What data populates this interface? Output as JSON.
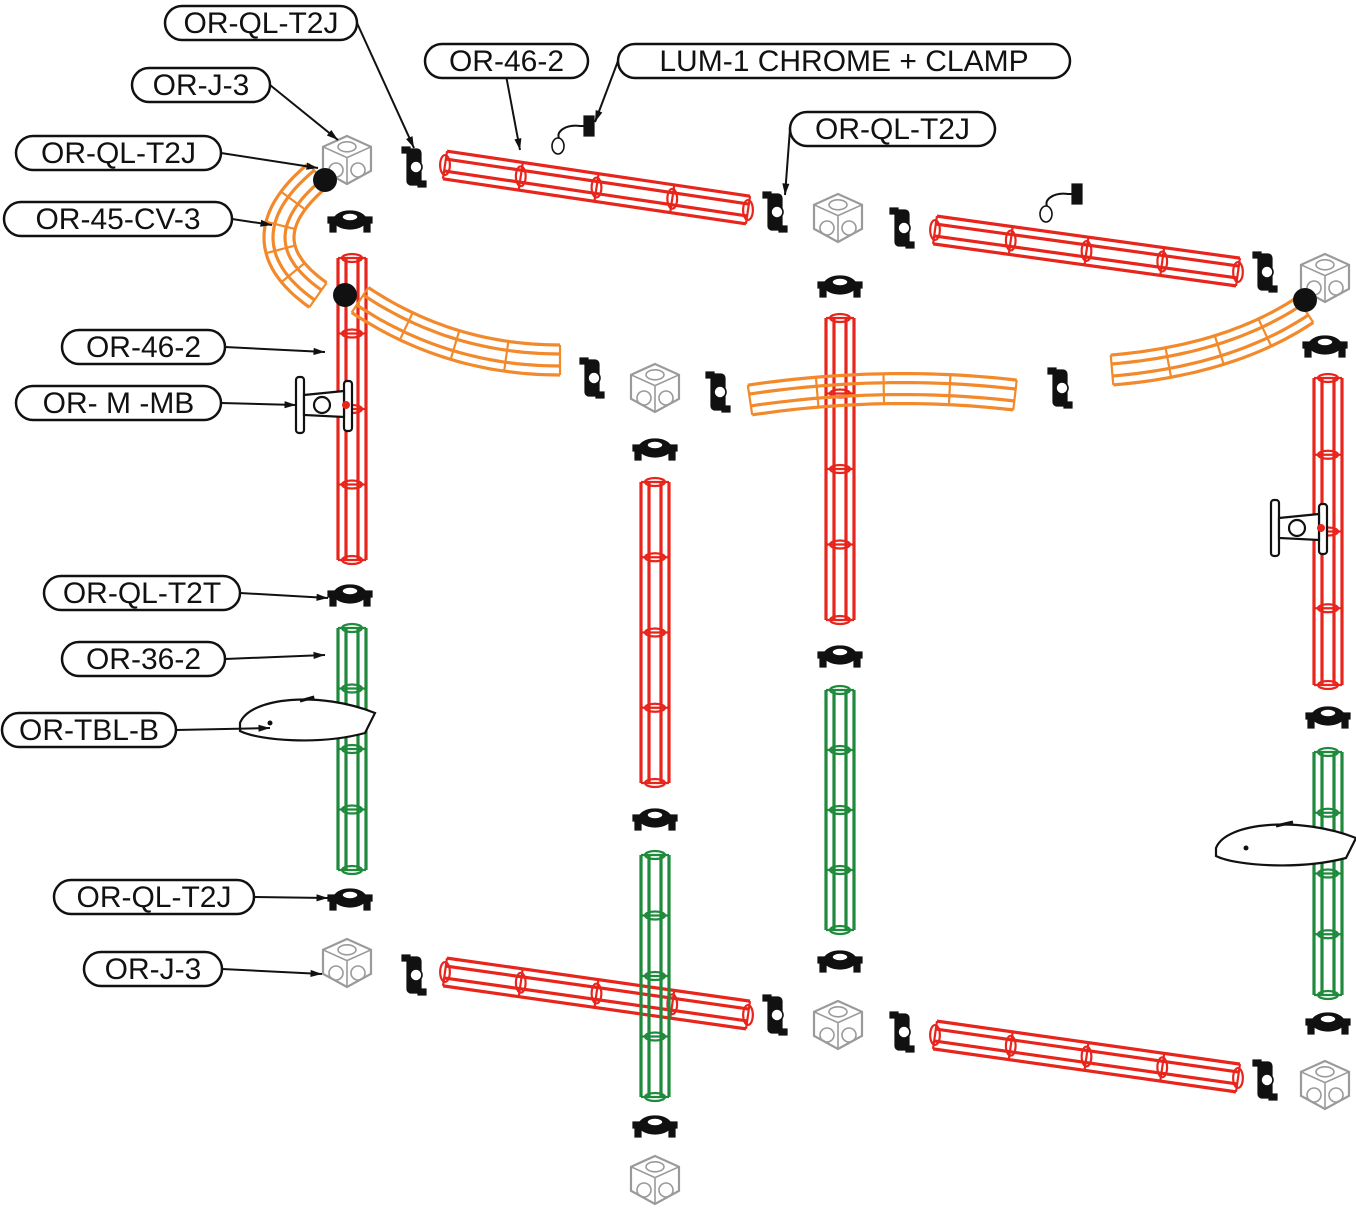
{
  "colors": {
    "truss_red": "#e8251c",
    "truss_orange": "#f2892a",
    "truss_green": "#1f8a3c",
    "cube_grey": "#9a9a9a",
    "connector_black": "#111111"
  },
  "callouts": [
    {
      "id": "top-ql-t2j",
      "text": "OR-QL-T2J"
    },
    {
      "id": "top-46-2",
      "text": "OR-46-2"
    },
    {
      "id": "lum-1",
      "text": "LUM-1 CHROME + CLAMP"
    },
    {
      "id": "j-3-top",
      "text": "OR-J-3"
    },
    {
      "id": "ql-t2j-right",
      "text": "OR-QL-T2J"
    },
    {
      "id": "ql-t2j-left",
      "text": "OR-QL-T2J"
    },
    {
      "id": "45-cv-3",
      "text": "OR-45-CV-3"
    },
    {
      "id": "46-2-left",
      "text": "OR-46-2"
    },
    {
      "id": "m-mb",
      "text": "OR- M -MB"
    },
    {
      "id": "ql-t2t",
      "text": "OR-QL-T2T"
    },
    {
      "id": "36-2",
      "text": "OR-36-2"
    },
    {
      "id": "tbl-b",
      "text": "OR-TBL-B"
    },
    {
      "id": "ql-t2j-bottom",
      "text": "OR-QL-T2J"
    },
    {
      "id": "j-3-bottom",
      "text": "OR-J-3"
    }
  ],
  "components": {
    "cube": "OR-J-3 junction cube",
    "connector": "OR-QL connector",
    "curved_truss": "OR-45-CV-3",
    "straight_truss_long": "OR-46-2",
    "straight_truss_short": "OR-36-2",
    "table": "OR-TBL-B",
    "monitor_mount": "OR- M -MB",
    "luminaire": "LUM-1 CHROME + CLAMP"
  }
}
